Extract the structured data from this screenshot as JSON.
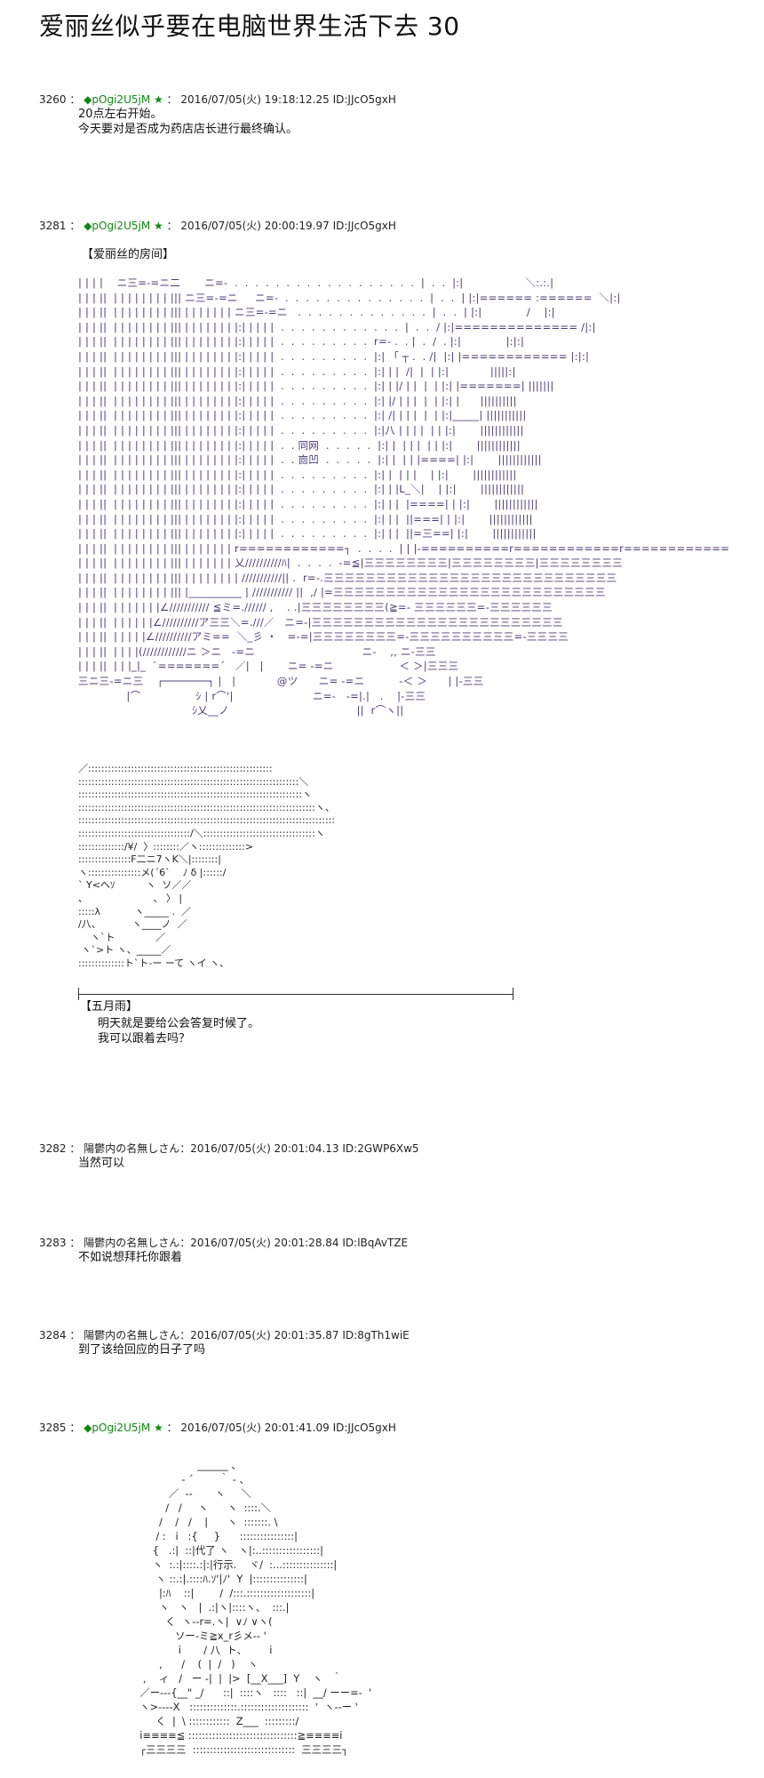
{
  "title": "爱丽丝似乎要在电脑世界生活下去 30",
  "posts": [
    {
      "number": "3260",
      "diamond": "◆",
      "trip": "pOgi2U5jM",
      "star": "★",
      "date": "2016/07/05(火) 19:18:12.25",
      "id": "ID:JJcO5gxH",
      "body": "20点左右开始。\n今天要对是否成为药店店长进行最终确认。"
    },
    {
      "number": "3281",
      "diamond": "◆",
      "trip": "pOgi2U5jM",
      "star": "★",
      "date": "2016/07/05(火) 20:00:19.97",
      "id": "ID:JJcO5gxH",
      "room_label": "【爱丽丝的房间】",
      "speaker": "【五月雨】",
      "speech": "明天就是要给公会答复时候了。\n我可以跟着去吗？"
    },
    {
      "number": "3282",
      "name": "陽鬱内の名無しさん",
      "date": "2016/07/05(火) 20:01:04.13",
      "id": "ID:2GWP6Xw5",
      "body": "当然可以"
    },
    {
      "number": "3283",
      "name": "陽鬱内の名無しさん",
      "date": "2016/07/05(火) 20:01:28.84",
      "id": "ID:lBqAvTZE",
      "body": "不如说想拜托你跟着"
    },
    {
      "number": "3284",
      "name": "陽鬱内の名無しさん",
      "date": "2016/07/05(火) 20:01:35.87",
      "id": "ID:8gTh1wiE",
      "body": "到了该给回应的日子了吗"
    },
    {
      "number": "3285",
      "diamond": "◆",
      "trip": "pOgi2U5jM",
      "star": "★",
      "date": "2016/07/05(火) 20:01:41.09",
      "id": "ID:JJcO5gxH"
    }
  ],
  "aa_room": "| | | |    ニ三=-=ニ二       ニ=-  .  .  .  .  .  .  .  .  .  .  .  .  .  .  .  .  .  .  |  .  .  |:|                  ＼:.:.|\n| | | ||  | | | | | | | | ||| ニ三=-=ニ     ニ=-  .  .  .  .  .  .  .  .  .  .  .  .  .  .  |  .  .  | |:|====== :======  ＼|:|\n| | | ||  | | | | | | | | ||| | | | | | | | ニ三=-=ニ   .  .  .  .  .  .  .  .  .  .  .  .  .  |  .  .  | |:|             /    |:|\n| | | ||  | | | | | | | | ||| | | | | | | | |:| | | | |  .  .  .  .  .  .  .  .  .  .  .  .  |  .  .  / |:|============== /|:|\n| | | ||  | | | | | | | | ||| | | | | | | | |:| | | | |  .  .  .  .  .  .  .  .  .  r=- .  . |  .  /  . |:|             |:|:|\n| | | ||  | | | | | | | | ||| | | | | | | | |:| | | | |  .  .  .  .  .  .  .  .  .  |:| 「 ┬ .  . /|  |:| |============ |:|:|\n| | | ||  | | | | | | | | ||| | | | | | | | |:| | | | |  .  .  .  .  .  .  .  .  .  |:| | |  /|  |  | |:|            |||||:|\n| | | ||  | | | | | | | | ||| | | | | | | | |:| | | | |  .  .  .  .  .  .  .  .  .  |:| | |/ | |  |  | |:| |=======| |||||||\n| | | ||  | | | | | | | | ||| | | | | | | | |:| | | | |  .  .  .  .  .  .  .  .  .  |:| |/ | | |  |  | |:| |      ||||||||||\n| | | ||  | | | | | | | | ||| | | | | | | | |:| | | | |  .  .  .  .  .  .  .  .  .  |:| /| | | |  |  | |:|_____| |||||||||||\n| | | ||  | | | | | | | | ||| | | | | | | | |:| | | | |  .  .  .  .  .  .  .  .  .  |:|八 | | | |  | | |:|       ||||||||||||\n| | | ||  | | | | | | | | ||| | | | | | | | |:| | | | |  .  . 同网  .  .  .  .  .  |:| |  | | |  | | |:|       ||||||||||||\n| | | ||  | | | | | | | | ||| | | | | | | | |:| | | | |  .  . 㐭凹  .  .  .  .  .  |:| |  | | |====| |:|       ||||||||||||\n| | | ||  | | | | | | | | ||| | | | | | | | |:| | | | |  .  .  .  .  .  .  .  .  .  |:| |  | | |    | |:|       ||||||||||||\n| | | ||  | | | | | | | | ||| | | | | | | | |:| | | | |  .  .  .  .  .  .  .  .  .  |:| | |L_＼|    | |:|       ||||||||||||\n| | | ||  | | | | | | | | ||| | | | | | | | |:| | | | |  .  .  .  .  .  .  .  .  .  |:| | |  |====| | |:|       ||||||||||||\n| | | ||  | | | | | | | | ||| | | | | | | | |:| | | | |  .  .  .  .  .  .  .  .  .  |:| | |  ||===| | |:|       ||||||||||||\n| | | ||  | | | | | | | | ||| | | | | | | | |:| | | | |  .  .  .  .  .  .  .  .  .  |:| | |  ||=三==| |:|       ||||||||||||\n| | | ||  | | | | | | | | ||| | | | | | | | r============┐  .  .  .  .  | | |-==========r============r============\n| | | ||  | | | | | | | | ||| | | | | | | | 乂//////////ﾊ|  .  .  .  .  -=≦|三三三三三三三三|三三三三三三三三|三三三三三三三三\n| | | ||  | | | | | | | | ||| | | | | | | | | ///////////|| .  r=-.三三三三三三三三三三三三三三三三三三三三三三三三三三三三\n| | | ||  | | | | | | | | ||| |__________ | /////////// ||  ,/ |=三三三三三三三三三三三三三三三三三三三三三三三三三三\n| | | ||  | | | | | | |∠/////////// ≦ミ=.////// ,    . .|三三三三三三三三(≧=- 三三三三三三=-三三三三三三\n| | | ||  | | | | | |∠//////////ア三三＼=.///／   ニ=-|三三三三三三三三三三三三三三三三三三三三三三三三\n| | | ||  | | | | |∠//////////アミ==  ＼_彡 ・   =-=|三三三三三三三三=-三三三三三三三三三三=-三三三三\n| | | ||  | | | |(////////////ニ ＞ニ   -=ニ                               ニ-    ,, ニ-三三\n| | | ||  | | |_|_  `=======´   ／|   |       ニ= -=ニ                   ＜ ＞|三三三\n三ニ三-=ニ三    ┌───────┐ |   |            @ツ      ニ= -=ニ          -＜ ＞      | |-三三\n              |⌒                ｼ | r⌒'|                       ニ=-   -=|.|   .    |-三三\n                                 ｼ乂__ノ                                     ||  r⌒ヽ||",
  "aa_girl": "／::::::::::::::::::::::::::::::::::::::::::::::::::::::::\n:::::::::::::::::::::::::::::::::::::::::::::::::::::::::::::::::::＼\n::::::::::::::::::::::::::::::::::::::::::::::::::::::::::::::::::::ヽ\n::::::::::::::::::::::::::::::::::::::::::::::::::::::::::::::::::::::::ヽ、\n::::::::::::::::::::::::::::::::::::::::::::::::::::::::::::::::::::::::::::::\n::::::::::::::::::::::::::::::::::/＼::::::::::::::::::::::::::::::::::ヽ\n::::::::::::::/¥/  〉::::::::／ヽ::::::::::::::>\n::::::::::::::::F二ニ7ヽK＼|::::::::|\nヽ::::::::::::::::メ(´6`    ﾉ δ |::::::/\n` Y<ヘｿ          ヽ  ソ／／\n、                     、 〉 |\n:::::λ           ヽ_____ .  ／\n/八、          ヽ____ノ  ／\n    ヽ`ト             ／\n ヽ`>ト ヽ、_____／\n::::::::::::::ト`ト-ー ーて ヽイ ヽ、",
  "aa_bottom": "                    ______ 、\n               ‐ ´        ｀ ‐ 、\n           ／  -‐       ヽ     ＼\n          /   /     ヽ      ヽ  ::::.＼\n        /    /   /    |      ヽ  :::::::. \\\n       / :   i   :{     }      ::::::::::::::::|\n      {   .:|  ::|代了 ヽ   ヽ|:..:::::::::::::::::|\n      ヽ  :.:|::::.:|:|行示.    ヾ/  :...:::::::::::::::|\n       ヽ ::.:|.::::ﾊ.ｿ'|ﾉ'  Y  |:::::::::::::::|\n        |:ﾊ    ::|        /  /:::.:::::::::::::::::::|\n        ヽ   ヽ   |  .:|ヽ|::::ヽ、  :::.|\n          く  ヽ--r=.ヽ|  ∨ﾉ ∨ヽ(\n             ソー‐ミ≧x_r彡メ-‐ '\n              i       / 八  ト、       i\n        ,      /    (  |  /   )    ヽ\n   ,    ィ   /   ー -|  |  |>  [__X___]  Y    ヽ   ｀\n  ／ー‐-‐{__\" _/      ::|  ::::ヽ   ::::   ::|  __/ ーー=-  '\n  ヽ>----X   ::::::::::::::.::::::::::::::::::::  '  ヽ--ー '\n       く  |  \\ ::::::::::::  Z___  :::::::::/\n  i≡≡≡≡≦ ::::::::::::::::::::::::::::::::≧≡≡≡≡i\n  ┌三三三三  ::::::::::::::::::::::::::::::  三三三三┐"
}
